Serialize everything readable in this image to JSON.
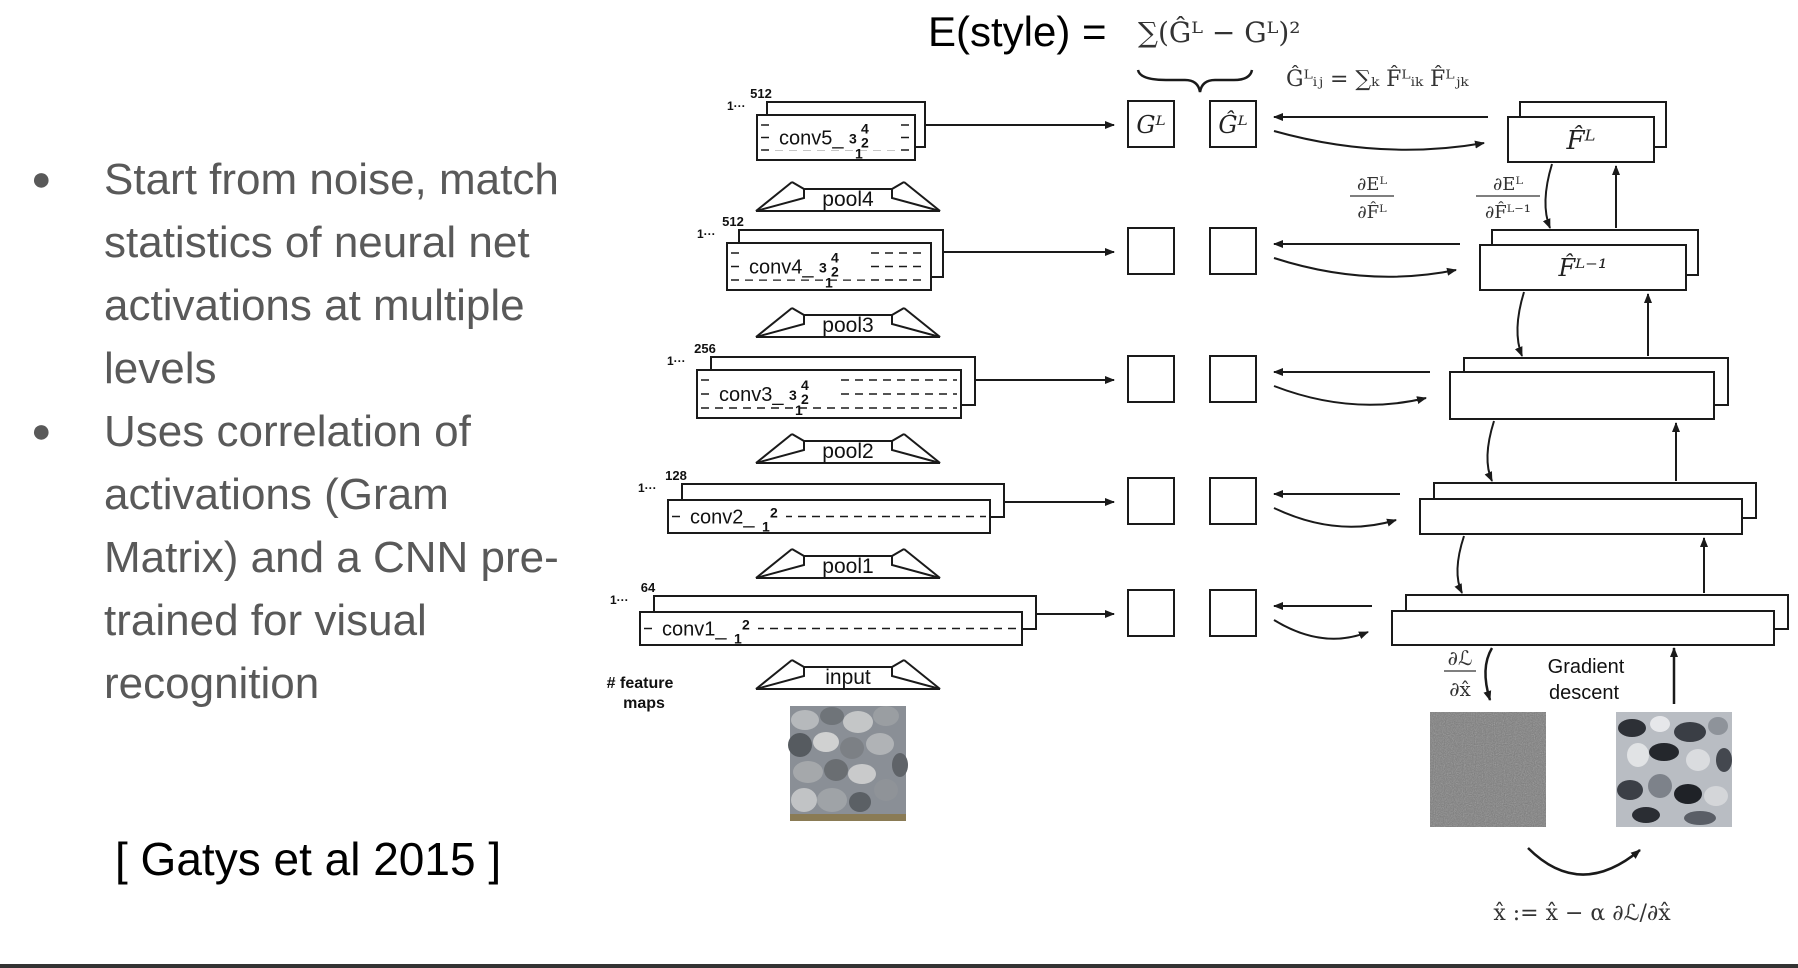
{
  "bullets": [
    {
      "text": "Start from noise, match statistics of neural net activations at multiple levels"
    },
    {
      "text": "Uses correlation of activations (Gram Matrix) and a CNN pre-trained for visual recognition"
    }
  ],
  "citation": "[ Gatys et al 2015 ]",
  "style_loss": {
    "label": "E(style) =",
    "sum_formula": "∑(Ĝᴸ − Gᴸ)²",
    "gram_formula": "Ĝᴸᵢⱼ = ∑ₖ F̂ᴸᵢₖ F̂ᴸⱼₖ"
  },
  "gram_labels": {
    "target": "Gᴸ",
    "generated": "Ĝᴸ"
  },
  "network": {
    "layers": [
      {
        "name": "conv5_",
        "maps": "512",
        "sub": "1",
        "sup": "4",
        "mid": "3",
        "low": "2"
      },
      {
        "name": "conv4_",
        "maps": "512",
        "sub": "1",
        "sup": "4",
        "mid": "3",
        "low": "2"
      },
      {
        "name": "conv3_",
        "maps": "256",
        "sub": "1",
        "sup": "4",
        "mid": "3",
        "low": "2"
      },
      {
        "name": "conv2_",
        "maps": "128",
        "sub": "1",
        "sup": "2"
      },
      {
        "name": "conv1_",
        "maps": "64",
        "sub": "1",
        "sup": "2"
      }
    ],
    "pools": [
      "pool4",
      "pool3",
      "pool2",
      "pool1"
    ],
    "input_label": "input",
    "feature_maps_label": [
      "# feature",
      "maps"
    ],
    "one_label": "1"
  },
  "right_side": {
    "F_top": "F̂ᴸ",
    "F_next": "F̂ᴸ⁻¹",
    "dE_label_top": "∂Eᴸ",
    "dE_label_bottom": "∂F̂ᴸ",
    "dE2_top": "∂Eᴸ",
    "dE2_bottom": "∂F̂ᴸ⁻¹",
    "dL_top": "∂ℒ",
    "dL_bottom": "∂x̂",
    "gradient_label": [
      "Gradient",
      "descent"
    ],
    "update_rule": "x̂ := x̂ − α ∂ℒ/∂x̂"
  },
  "colors": {
    "bullet_text": "#595959",
    "stroke": "#1a1a1a",
    "noise": "#7a7a7a",
    "pebble_bg": "#8a8f96"
  }
}
